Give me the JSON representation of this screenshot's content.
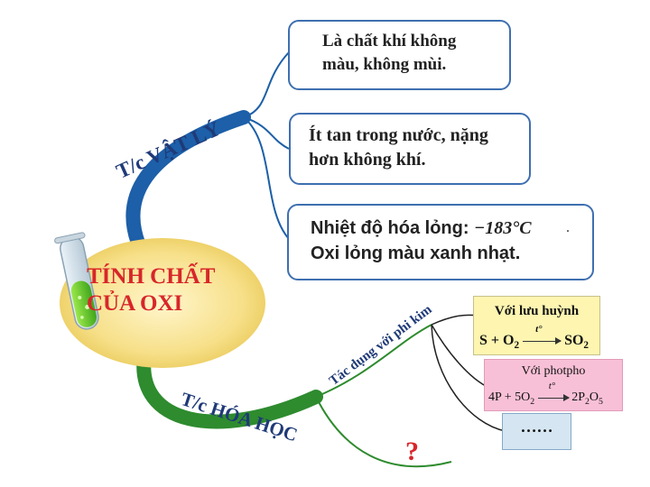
{
  "center": {
    "title_line1": "TÍNH CHẤT",
    "title_line2": "CỦA OXI",
    "flask_icon": "test-tube-icon"
  },
  "physical_branch": {
    "label": "T/c VẬT LÝ",
    "boxes": [
      {
        "line1": "Là chất khí không",
        "line2": "màu, không mùi."
      },
      {
        "line1": "Ít tan trong nước, nặng",
        "line2": "hơn không khí."
      },
      {
        "line1_text": "Nhiệt độ hóa lỏng:",
        "line1_formula": "−183°C",
        "line2": "Oxi lỏng màu xanh nhạt.",
        "trailing_dot": "."
      }
    ]
  },
  "chemical_branch": {
    "label": "T/c HÓA HỌC",
    "sub_label": "Tác dụng với phi kim",
    "reactions": [
      {
        "heading": "Với lưu huỳnh",
        "lhs": "S + O",
        "lhs_sub": "2",
        "condition": "t°",
        "rhs": "SO",
        "rhs_sub": "2"
      },
      {
        "heading": "Với photpho",
        "lhs": "4P + 5O",
        "lhs_sub": "2",
        "condition": "t°",
        "rhs": "2P",
        "rhs_sub1": "2",
        "rhs_mid": "O",
        "rhs_sub2": "5"
      }
    ],
    "more": "……",
    "question": "?"
  },
  "colors": {
    "physical_branch": "#1d5fa8",
    "chemical_branch": "#2e8b2e",
    "title": "#d8262a",
    "box_border": "#3e6fb0"
  }
}
